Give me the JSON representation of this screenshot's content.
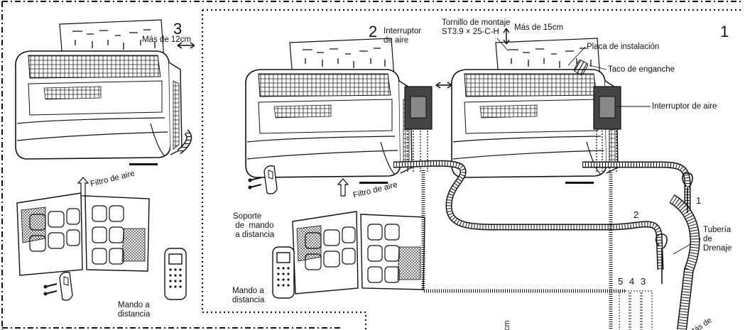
{
  "sections": {
    "s3": {
      "number": "3",
      "clearance": "Más de 12cm",
      "filter": "Filtro de aire",
      "remote": "Mando a\ndistancia"
    },
    "s2": {
      "number": "2",
      "switch": "Interruptor\nde aire",
      "filter": "Filtro de aire",
      "holder": "Soporte\n de  mando\n a distancia",
      "remote": "Mando a\ndistancia"
    },
    "s1": {
      "number": "1",
      "screw": "Tornillo de montaje\nST3.9 × 25-C-H",
      "clearance": "Más de 15cm",
      "plate": "Placa de instalación",
      "anchor": "Taco de enganche",
      "switch": "Interruptor de aire",
      "drain": "Tubería\nde\nDrenaje"
    }
  },
  "pipe_labels": {
    "route1": "1",
    "route2": "2",
    "route3": "3",
    "route4": "4",
    "route5": "5"
  },
  "cutoff": {
    "bottom_center": "cm",
    "bottom_right": "Más de"
  }
}
